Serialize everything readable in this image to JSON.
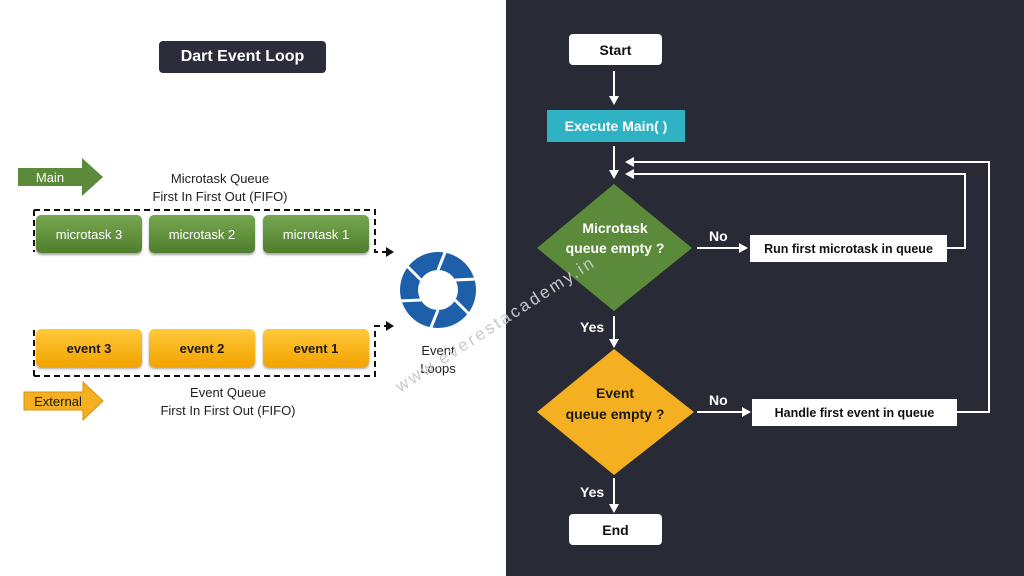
{
  "left": {
    "title": "Dart Event Loop",
    "main_label": "Main",
    "external_label": "External",
    "microtask_queue": {
      "title": "Microtask Queue",
      "subtitle": "First In First Out (FIFO)"
    },
    "event_queue": {
      "title": "Event Queue",
      "subtitle": "First In First Out (FIFO)"
    },
    "microtasks": [
      "microtask 3",
      "microtask 2",
      "microtask 1"
    ],
    "events": [
      "event 3",
      "event 2",
      "event 1"
    ],
    "event_loops_label": [
      "Event",
      "Loops"
    ]
  },
  "flowchart": {
    "start": "Start",
    "execute_main": "Execute Main( )",
    "microtask_decision": [
      "Microtask",
      "queue empty ?"
    ],
    "event_decision": [
      "Event",
      "queue empty ?"
    ],
    "run_microtask": "Run first microtask in queue",
    "handle_event": "Handle first event in queue",
    "no_label": "No",
    "yes_label": "Yes",
    "end": "End"
  },
  "watermark": "www.everestacademy.in",
  "colors": {
    "dark_background": "#282a36",
    "main_green": "#5b8a3a",
    "external_orange": "#f4b020",
    "execute_teal": "#2fb3c4",
    "event_loop_blue": "#1d5fa8"
  }
}
